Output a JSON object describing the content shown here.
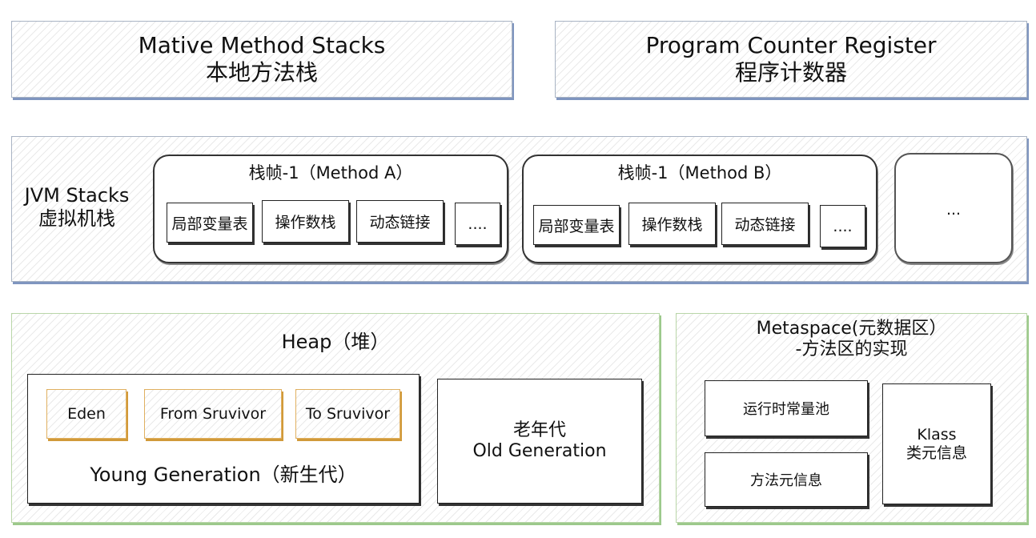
{
  "native_stacks": {
    "title_en": "Mative Method Stacks",
    "title_cn": "本地方法栈"
  },
  "pc_register": {
    "title_en": "Program Counter Register",
    "title_cn": "程序计数器"
  },
  "jvm_stacks": {
    "label_en": "JVM Stacks",
    "label_cn": "虚拟机栈",
    "frames": [
      {
        "title": "栈帧-1（Method A）",
        "cells": [
          "局部变量表",
          "操作数栈",
          "动态链接",
          "...."
        ]
      },
      {
        "title": "栈帧-1（Method B）",
        "cells": [
          "局部变量表",
          "操作数栈",
          "动态链接",
          "...."
        ]
      }
    ],
    "more": "..."
  },
  "heap": {
    "title": "Heap（堆）",
    "young": {
      "eden": "Eden",
      "from": "From Sruvivor",
      "to": "To Sruvivor",
      "label": "Young Generation（新生代）"
    },
    "old": {
      "label_cn": "老年代",
      "label_en": "Old Generation"
    }
  },
  "metaspace": {
    "title_line1": "Metaspace(元数据区）",
    "title_line2": "-方法区的实现",
    "runtime_pool": "运行时常量池",
    "method_info": "方法元信息",
    "klass_en": "Klass",
    "klass_cn": "类元信息"
  }
}
